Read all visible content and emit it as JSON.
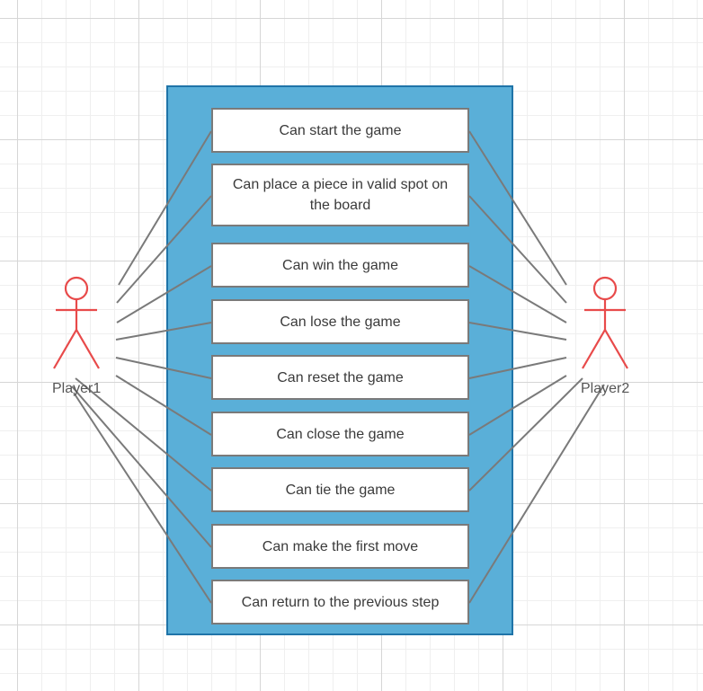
{
  "colors": {
    "system_fill": "#5aafd8",
    "system_border": "#1f74a8",
    "actor_color": "#e84a4a",
    "connector_color": "#7a7a7a",
    "text_color": "#3a3a3a"
  },
  "actors": [
    {
      "id": "player1",
      "label": "Player1"
    },
    {
      "id": "player2",
      "label": "Player2"
    }
  ],
  "use_cases": [
    {
      "id": "start",
      "label": "Can start the game"
    },
    {
      "id": "place",
      "label": "Can place a piece in valid spot on the board"
    },
    {
      "id": "win",
      "label": "Can win the game"
    },
    {
      "id": "lose",
      "label": "Can lose the game"
    },
    {
      "id": "reset",
      "label": "Can reset the game"
    },
    {
      "id": "close",
      "label": "Can close the game"
    },
    {
      "id": "tie",
      "label": "Can tie the game"
    },
    {
      "id": "first-move",
      "label": "Can make the first move"
    },
    {
      "id": "return",
      "label": "Can return to the previous step"
    }
  ],
  "associations": [
    {
      "actor": "player1",
      "use_case": "start"
    },
    {
      "actor": "player1",
      "use_case": "place"
    },
    {
      "actor": "player1",
      "use_case": "win"
    },
    {
      "actor": "player1",
      "use_case": "lose"
    },
    {
      "actor": "player1",
      "use_case": "reset"
    },
    {
      "actor": "player1",
      "use_case": "close"
    },
    {
      "actor": "player1",
      "use_case": "tie"
    },
    {
      "actor": "player1",
      "use_case": "first-move"
    },
    {
      "actor": "player1",
      "use_case": "return"
    },
    {
      "actor": "player2",
      "use_case": "start"
    },
    {
      "actor": "player2",
      "use_case": "place"
    },
    {
      "actor": "player2",
      "use_case": "win"
    },
    {
      "actor": "player2",
      "use_case": "lose"
    },
    {
      "actor": "player2",
      "use_case": "reset"
    },
    {
      "actor": "player2",
      "use_case": "close"
    },
    {
      "actor": "player2",
      "use_case": "tie"
    },
    {
      "actor": "player2",
      "use_case": "return"
    }
  ]
}
